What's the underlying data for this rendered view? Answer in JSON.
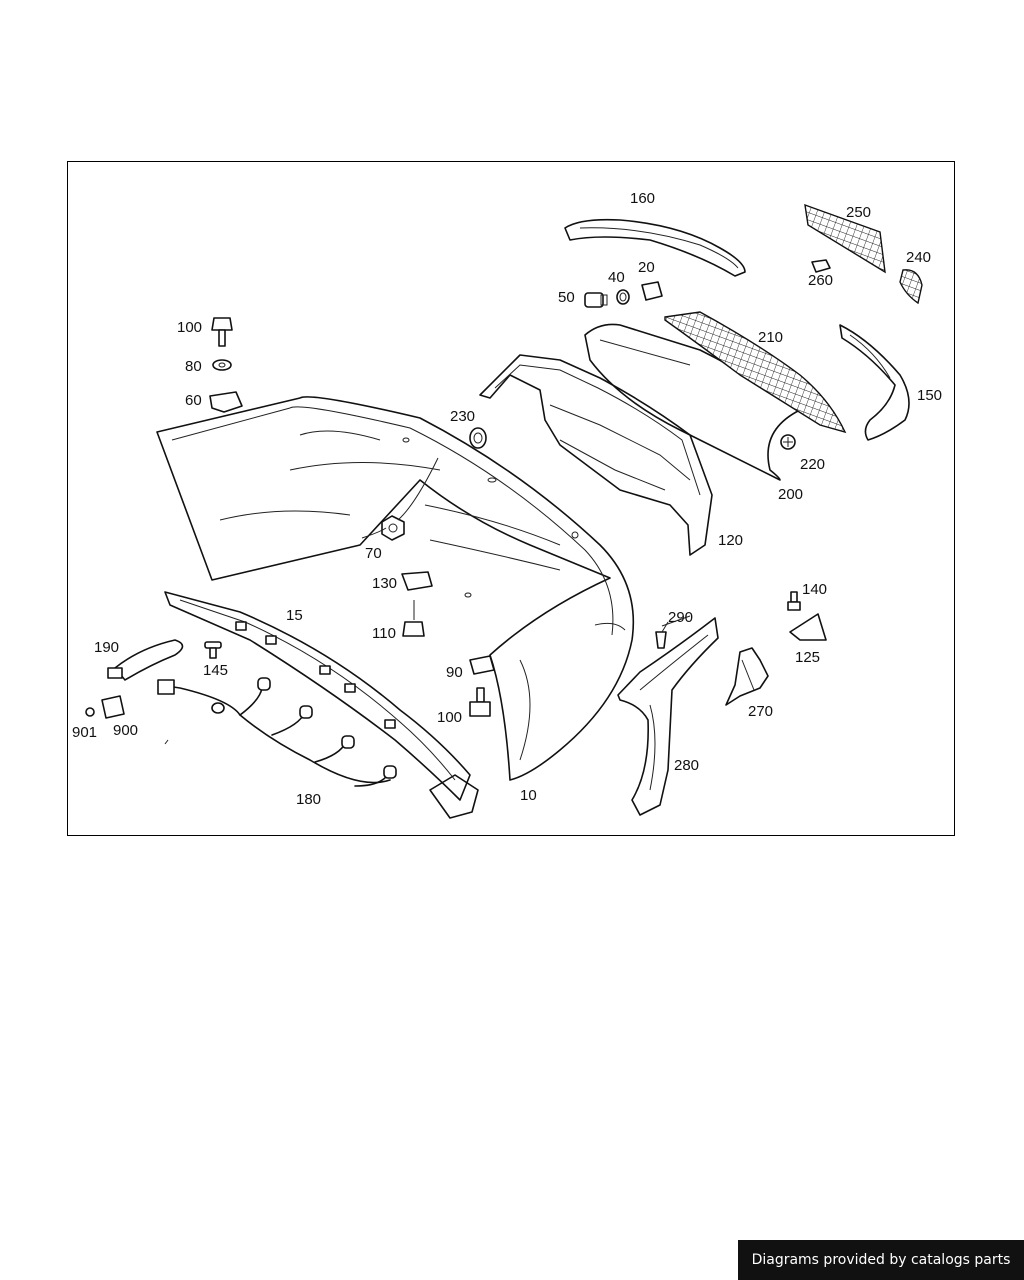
{
  "parts": {
    "p10": "10",
    "p15": "15",
    "p20": "20",
    "p40": "40",
    "p50": "50",
    "p60": "60",
    "p70": "70",
    "p80": "80",
    "p90": "90",
    "p100a": "100",
    "p100b": "100",
    "p110": "110",
    "p120": "120",
    "p125": "125",
    "p130": "130",
    "p140": "140",
    "p145": "145",
    "p150": "150",
    "p160": "160",
    "p180": "180",
    "p190": "190",
    "p200": "200",
    "p210": "210",
    "p220": "220",
    "p230": "230",
    "p240": "240",
    "p250": "250",
    "p260": "260",
    "p270": "270",
    "p280": "280",
    "p290": "290",
    "p900": "900",
    "p901": "901"
  },
  "footer": {
    "text": "Diagrams provided by catalogs parts"
  }
}
